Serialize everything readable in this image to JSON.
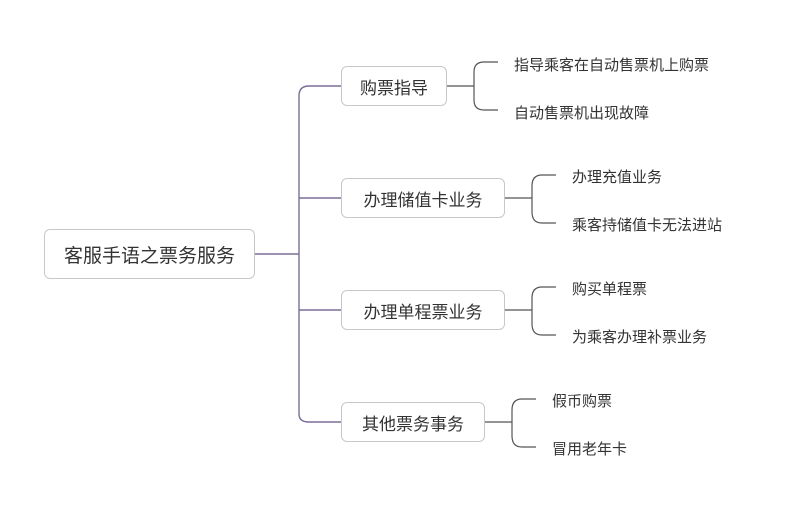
{
  "root": {
    "label": "客服手语之票务服务"
  },
  "branches": [
    {
      "label": "购票指导",
      "children": [
        "指导乘客在自动售票机上购票",
        "自动售票机出现故障"
      ]
    },
    {
      "label": "办理储值卡业务",
      "children": [
        "办理充值业务",
        "乘客持储值卡无法进站"
      ]
    },
    {
      "label": "办理单程票业务",
      "children": [
        "购买单程票",
        "为乘客办理补票业务"
      ]
    },
    {
      "label": "其他票务事务",
      "children": [
        "假币购票",
        "冒用老年卡"
      ]
    }
  ],
  "colors": {
    "root_connector": "#7a6f96",
    "leaf_connector": "#555555",
    "box_border": "#c8c8c8",
    "text": "#333333"
  }
}
